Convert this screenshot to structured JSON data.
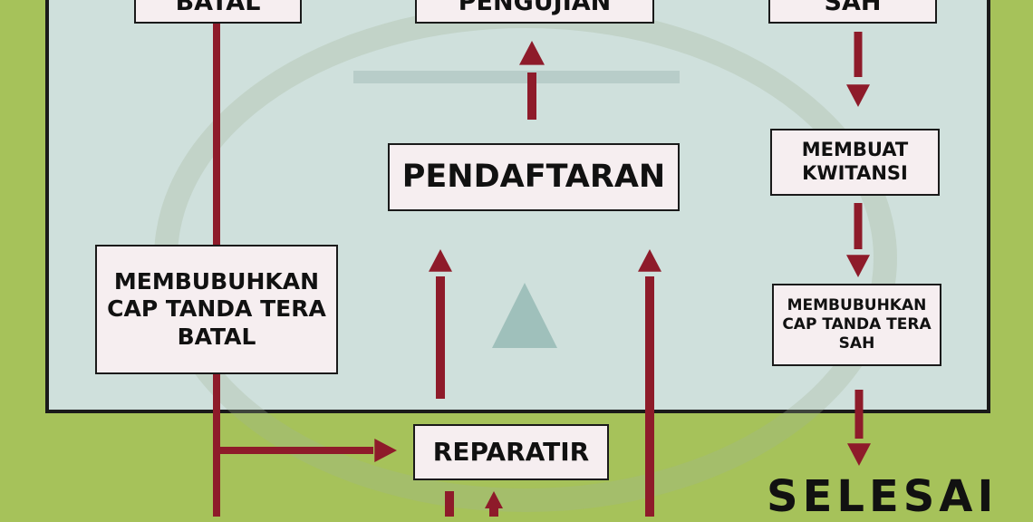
{
  "colors": {
    "background": "#a6c25a",
    "panel": "#cfe0dc",
    "box_fill": "#f6eef0",
    "arrow": "#8e1b2a",
    "outline": "#1a1a1a"
  },
  "nodes": {
    "batal_top": "BATAL",
    "pengujian": "PENGUJIAN",
    "sah_top": "SAH",
    "pendaftaran": "PENDAFTARAN",
    "membuat_kwitansi": "MEMBUAT\nKWITANSI",
    "cap_batal": "MEMBUBUHKAN\nCAP TANDA TERA\nBATAL",
    "cap_sah": "MEMBUBUHKAN\nCAP TANDA TERA\nSAH",
    "reparatir": "REPARATIR"
  },
  "final_label": "SELESAI"
}
